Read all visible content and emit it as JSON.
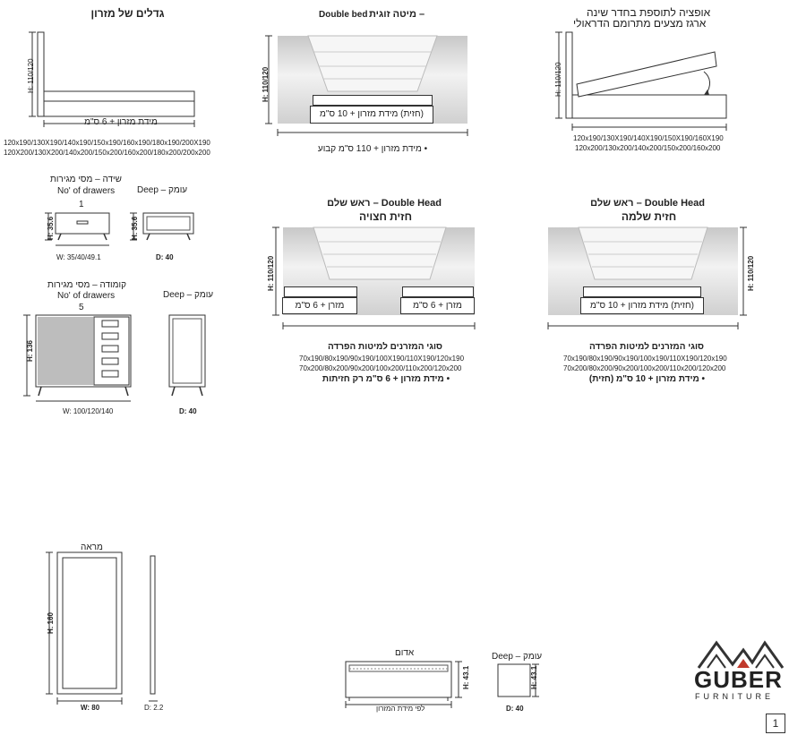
{
  "sec1": {
    "title": "גדלים של מזרון",
    "dim_h": "H: 110/120",
    "mattress_note": "מידת מזרון + 6 ס\"מ",
    "sizes_line1": "120x190/130X190/140x190/150x190/160x190/180x190/200X190",
    "sizes_line2": "120X200/130X200/140x200/150x200/160x200/180x200/200x200"
  },
  "sec2": {
    "title_en": "Double bed",
    "title_he": "– מיטה זוגית",
    "dim_h": "H: 110/120",
    "inner_label": "(חזית) מידת מזרון + 10 ס\"מ",
    "note": "• מידת מזרון + 110 ס\"מ קבוע"
  },
  "sec3": {
    "title_line1": "אופציה לתוספת בחדר שינה",
    "title_line2": "ארגז מצעים מתרומם הדראולי",
    "dim_h": "H: 110/120",
    "sizes_line1": "120x190/130X190/140X190/150X190/160X190",
    "sizes_line2": "120x200/130x200/140x200/150x200/160x200"
  },
  "drawer1": {
    "title": "שידה – מסי מגירות",
    "subtitle": "No' of drawers",
    "count": "1",
    "dim_h": "H: 35.6",
    "dim_w": "W: 35/40/49.1"
  },
  "deep1": {
    "title": "עומק – Deep",
    "dim_h": "H: 35.6",
    "dim_d": "D: 40"
  },
  "dresser": {
    "title": "קומודה – מסי מגירות",
    "subtitle": "No' of drawers",
    "count": "5",
    "dim_h": "H: 136",
    "dim_w": "W: 100/120/140"
  },
  "deep2": {
    "title": "עומק – Deep",
    "dim_d": "D: 40"
  },
  "sec5": {
    "title_line1": "Double Head – ראש שלם",
    "title_line2": "חזית חצויה",
    "dim_h": "H: 110/120",
    "label_left": "מזרן + 6 ס\"מ",
    "label_right": "מזרן + 6 ס\"מ",
    "types_title": "סוגי המזרנים למיטות הפרדה",
    "types_line1": "70x190/80x190/90x190/100X190/110X190/120x190",
    "types_line2": "70x200/80x200/90x200/100x200/110x200/120x200",
    "note": "• מידת מזרון + 6 ס\"מ רק חזיתות"
  },
  "sec6": {
    "title_line1": "Double Head – ראש שלם",
    "title_line2": "חזית שלמה",
    "dim_h": "H: 110/120",
    "inner_label": "(חזית) מידת מזרון + 10 ס\"מ",
    "types_title": "סוגי המזרנים למיטות הפרדה",
    "types_line1": "70x190/80x190/90x190/100x190/110X190/120x190",
    "types_line2": "70x200/80x200/90x200/100x200/110x200/120x200",
    "note": "• מידת מזרון + 10 ס\"מ (חזית)"
  },
  "mirror": {
    "title": "מראה",
    "dim_h": "H: 160",
    "dim_w": "W: 80",
    "dim_d": "D: 2.2"
  },
  "bench": {
    "title": "אדום",
    "dim_h": "H: 43.1",
    "note": "לפי מידת המזרון"
  },
  "bench_deep": {
    "title": "עומק – Deep",
    "dim_h": "H: 43.1",
    "dim_d": "D: 40"
  },
  "brand": {
    "name": "GUBER",
    "sub": "FURNITURE",
    "page": "1"
  }
}
